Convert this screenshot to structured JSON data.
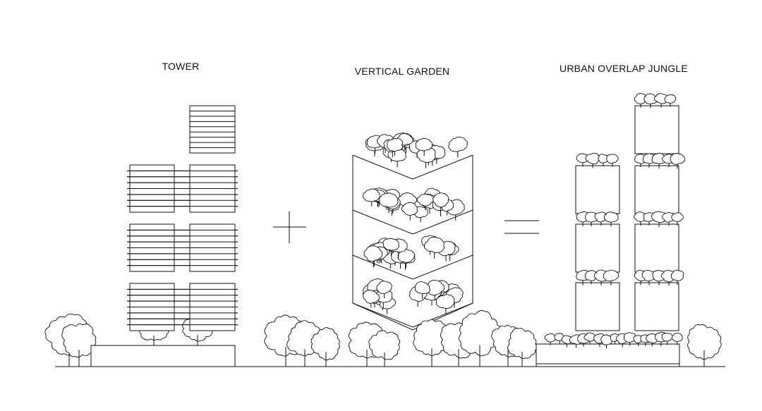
{
  "diagram": {
    "labels": {
      "tower": "TOWER",
      "vertical_garden": "VERTICAL GARDEN",
      "urban_overlap_jungle": "URBAN OVERLAP JUNGLE"
    },
    "operators": {
      "plus": "+",
      "equals": "="
    },
    "colors": {
      "line": "#111111",
      "background": "#ffffff"
    }
  }
}
